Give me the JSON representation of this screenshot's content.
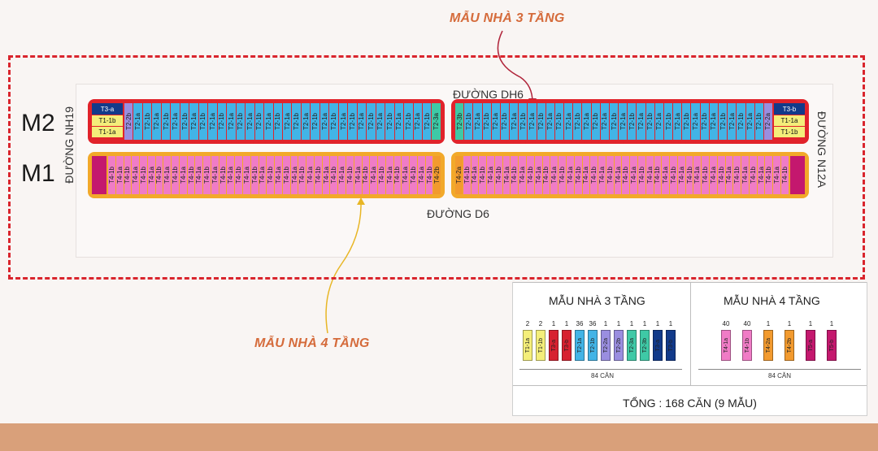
{
  "callouts": {
    "three_floor": "MẪU NHÀ 3 TẦNG",
    "four_floor": "MẪU NHÀ 4 TẦNG"
  },
  "rows": {
    "m2": "M2",
    "m1": "M1"
  },
  "roads": {
    "left": "ĐƯỜNG NH19",
    "right": "ĐƯỜNG N12A",
    "top": "ĐƯỜNG DH6",
    "bottom": "ĐƯỜNG D6"
  },
  "colors": {
    "frame": "#d9252d",
    "m2_border": "#e1232b",
    "m1_border": "#f2a92a",
    "t1a": "#f4ee7a",
    "t1b": "#f4ee7a",
    "t2a": "#42b4e6",
    "t2b": "#9a8ee0",
    "t3a": "#3fc9a6",
    "t3b": "#1b9fd8",
    "t4a": "#f07cc6",
    "t4b": "#f07cc6",
    "t4_2": "#f29a2e",
    "corner_red": "#d72130",
    "corner_navy": "#123a8a",
    "corner_pink": "#c4186e"
  },
  "m2": {
    "left_end": {
      "top": "T3-a",
      "mid": "T1-1b",
      "bot": "T1-1a"
    },
    "left_units": [
      "T2-2b",
      "T2-1a",
      "T2-1b",
      "T2-1a",
      "T2-1b",
      "T2-1a",
      "T2-1b",
      "T2-1a",
      "T2-1b",
      "T2-1a",
      "T2-1b",
      "T2-1a",
      "T2-1b",
      "T2-1a",
      "T2-1b",
      "T2-1a",
      "T2-1b",
      "T2-1a",
      "T2-1b",
      "T2-1a",
      "T2-1b",
      "T2-1a",
      "T2-1b",
      "T2-1a",
      "T2-1b",
      "T2-1a",
      "T2-1b",
      "T2-1a",
      "T2-1b",
      "T2-1a",
      "T2-1b",
      "T2-1a",
      "T2-1b",
      "T2-3a"
    ],
    "right_units": [
      "T2-3b",
      "T2-1b",
      "T2-1a",
      "T2-1b",
      "T2-1a",
      "T2-1b",
      "T2-1a",
      "T2-1b",
      "T2-1a",
      "T2-1b",
      "T2-1a",
      "T2-1b",
      "T2-1a",
      "T2-1b",
      "T2-1a",
      "T2-1b",
      "T2-1a",
      "T2-1b",
      "T2-1a",
      "T2-1b",
      "T2-1a",
      "T2-1b",
      "T2-1a",
      "T2-1b",
      "T2-1a",
      "T2-1b",
      "T2-1a",
      "T2-1b",
      "T2-1a",
      "T2-1b",
      "T2-1a",
      "T2-1b",
      "T2-1a",
      "T2-1b",
      "T2-2a"
    ],
    "right_end": {
      "top": "T3-b",
      "mid": "T1-1a",
      "bot": "T1-1b"
    }
  },
  "m1": {
    "left_units": [
      "T4-1b",
      "T4-1a",
      "T4-1b",
      "T4-1a",
      "T4-1b",
      "T4-1a",
      "T4-1b",
      "T4-1a",
      "T4-1b",
      "T4-1a",
      "T4-1b",
      "T4-1a",
      "T4-1b",
      "T4-1a",
      "T4-1b",
      "T4-1a",
      "T4-1b",
      "T4-1a",
      "T4-1b",
      "T4-1a",
      "T4-1b",
      "T4-1a",
      "T4-1b",
      "T4-1a",
      "T4-1b",
      "T4-1a",
      "T4-1b",
      "T4-1a",
      "T4-1b",
      "T4-1a",
      "T4-1b",
      "T4-1a",
      "T4-1b",
      "T4-1a",
      "T4-1b",
      "T4-1a",
      "T4-1b",
      "T4-1a",
      "T4-1b",
      "T4-1a",
      "T4-1b",
      "T4-2b"
    ],
    "right_units": [
      "T4-2a",
      "T4-1b",
      "T4-1a",
      "T4-1b",
      "T4-1a",
      "T4-1b",
      "T4-1a",
      "T4-1b",
      "T4-1a",
      "T4-1b",
      "T4-1a",
      "T4-1b",
      "T4-1a",
      "T4-1b",
      "T4-1a",
      "T4-1b",
      "T4-1a",
      "T4-1b",
      "T4-1a",
      "T4-1b",
      "T4-1a",
      "T4-1b",
      "T4-1a",
      "T4-1b",
      "T4-1a",
      "T4-1b",
      "T4-1a",
      "T4-1b",
      "T4-1a",
      "T4-1b",
      "T4-1a",
      "T4-1b",
      "T4-1a",
      "T4-1b",
      "T4-1a",
      "T4-1b",
      "T4-1a",
      "T4-1b",
      "T4-1a",
      "T4-1b",
      "T4-1a",
      "T4-1b"
    ]
  },
  "legend": {
    "three": {
      "title": "MẪU NHÀ 3 TẦNG",
      "items": [
        {
          "count": "2",
          "label": "T1-1a",
          "color": "#f4ee7a"
        },
        {
          "count": "2",
          "label": "T1-1b",
          "color": "#f4ee7a"
        },
        {
          "count": "1",
          "label": "T3-a",
          "color": "#d72130"
        },
        {
          "count": "1",
          "label": "T3-b",
          "color": "#d72130"
        },
        {
          "count": "36",
          "label": "T2-1a",
          "color": "#42b4e6"
        },
        {
          "count": "36",
          "label": "T2-1b",
          "color": "#42b4e6"
        },
        {
          "count": "1",
          "label": "T2-2a",
          "color": "#9a8ee0"
        },
        {
          "count": "1",
          "label": "T2-2b",
          "color": "#9a8ee0"
        },
        {
          "count": "1",
          "label": "T2-3a",
          "color": "#3fc9a6"
        },
        {
          "count": "1",
          "label": "T2-3b",
          "color": "#3fc9a6"
        },
        {
          "count": "1",
          "label": "T3-a",
          "color": "#123a8a"
        },
        {
          "count": "1",
          "label": "T3-b",
          "color": "#123a8a"
        }
      ],
      "sub": "84 CĂN"
    },
    "four": {
      "title": "MẪU NHÀ 4 TẦNG",
      "items": [
        {
          "count": "40",
          "label": "T4-1a",
          "color": "#f07cc6"
        },
        {
          "count": "40",
          "label": "T4-1b",
          "color": "#f07cc6"
        },
        {
          "count": "1",
          "label": "T4-2a",
          "color": "#f29a2e"
        },
        {
          "count": "1",
          "label": "T4-2b",
          "color": "#f29a2e"
        },
        {
          "count": "1",
          "label": "T5-a",
          "color": "#c4186e"
        },
        {
          "count": "1",
          "label": "T5-b",
          "color": "#c4186e"
        }
      ],
      "sub": "84 CĂN"
    },
    "total": "TỔNG : 168 CĂN (9 MẪU)"
  }
}
